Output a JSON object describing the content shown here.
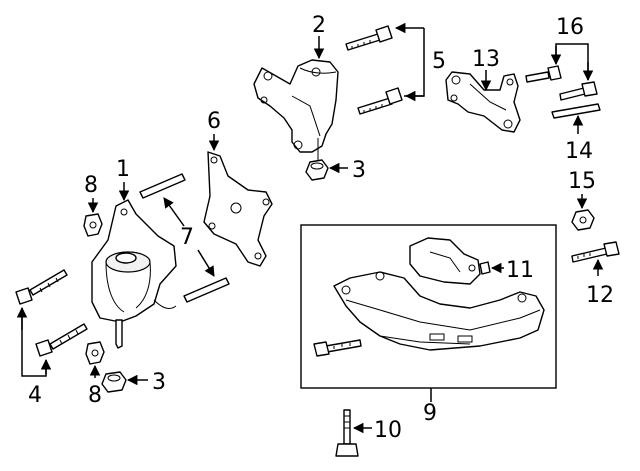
{
  "diagram": {
    "callouts": {
      "c1": "1",
      "c2": "2",
      "c3a": "3",
      "c3b": "3",
      "c4": "4",
      "c5": "5",
      "c6": "6",
      "c7": "7",
      "c8a": "8",
      "c8b": "8",
      "c9": "9",
      "c10": "10",
      "c11": "11",
      "c12": "12",
      "c13": "13",
      "c14": "14",
      "c15": "15",
      "c16": "16"
    }
  }
}
